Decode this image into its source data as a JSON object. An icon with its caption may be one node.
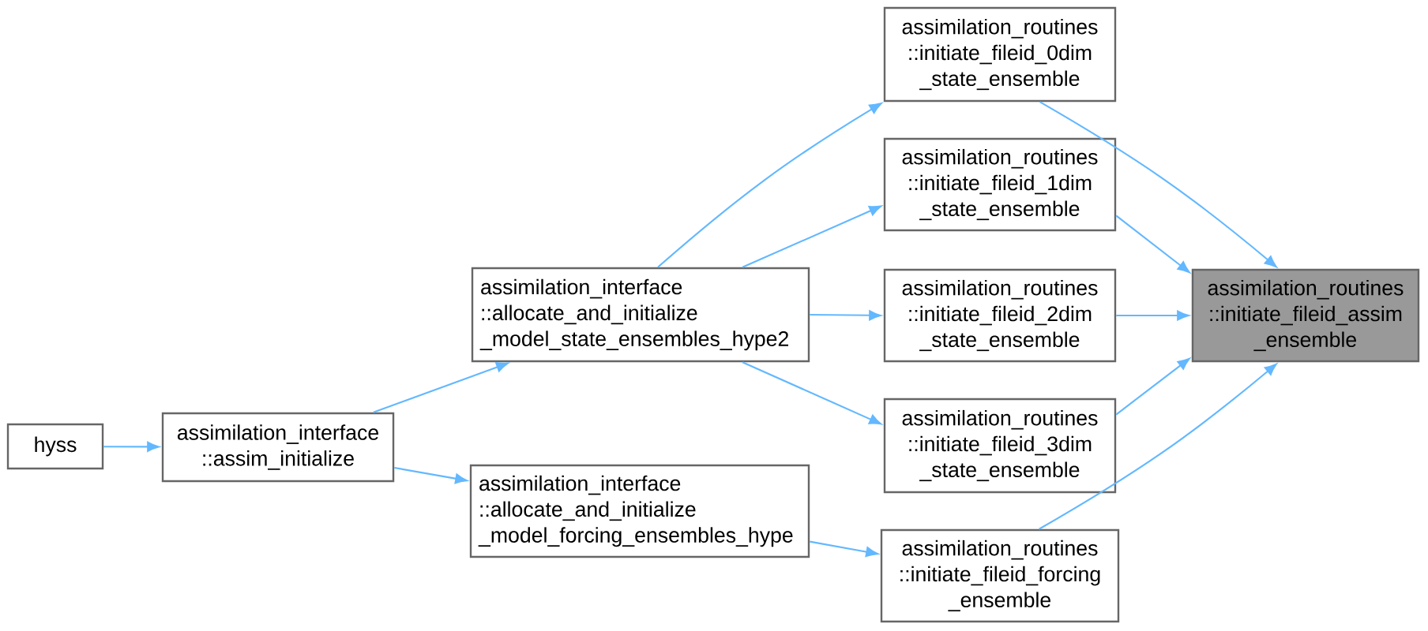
{
  "diagram": {
    "nodes": [
      {
        "text": [
          "hyss"
        ]
      },
      {
        "text": [
          "assimilation_interface ::assim_initialize"
        ]
      },
      {
        "text": [
          "assimilation_interface ::allocate_and_initialize _model_state_ensembles_hype2"
        ]
      },
      {
        "text": [
          "assimilation_interface ::allocate_and_initialize _model_forcing_ensembles_hype"
        ]
      },
      {
        "text": [
          "assimilation_routines ::initiate_fileid_0dim _state_ensemble"
        ]
      },
      {
        "text": [
          "assimilation_routines ::initiate_fileid_1dim _state_ensemble"
        ]
      },
      {
        "text": [
          "assimilation_routines ::initiate_fileid_2dim _state_ensemble"
        ]
      },
      {
        "text": [
          "assimilation_routines ::initiate_fileid_3dim _state_ensemble"
        ]
      },
      {
        "text": [
          "assimilation_routines ::initiate_fileid_forcing _ensemble"
        ]
      },
      {
        "text": [
          "assimilation_routines ::initiate_fileid_assim _ensemble"
        ]
      }
    ],
    "edges": [
      {
        "from": 0,
        "to": 1,
        "arrow": "to"
      },
      {
        "from": 1,
        "to": 2,
        "arrow": "to"
      },
      {
        "from": 1,
        "to": 3,
        "arrow": "to"
      },
      {
        "from": 2,
        "to": 4,
        "arrow": "to"
      },
      {
        "from": 2,
        "to": 5,
        "arrow": "to"
      },
      {
        "from": 2,
        "to": 6,
        "arrow": "to"
      },
      {
        "from": 2,
        "to": 7,
        "arrow": "to"
      },
      {
        "from": 3,
        "to": 8,
        "arrow": "to"
      },
      {
        "from": 4,
        "to": 9,
        "arrow": "to"
      },
      {
        "from": 5,
        "to": 9,
        "arrow": "to"
      },
      {
        "from": 6,
        "to": 9,
        "arrow": "to"
      },
      {
        "from": 7,
        "to": 9,
        "arrow": "to"
      },
      {
        "from": 8,
        "to": 9,
        "arrow": "to"
      }
    ]
  }
}
